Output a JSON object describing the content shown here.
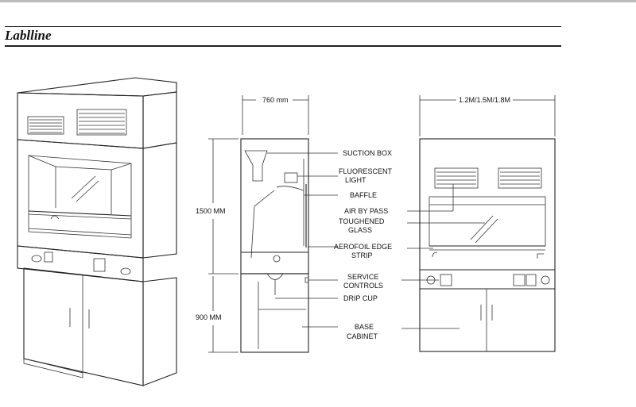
{
  "header": {
    "title": "Lablline"
  },
  "side_view": {
    "width_label": "760 mm",
    "height_upper_label": "1500 MM",
    "height_lower_label": "900 MM"
  },
  "front_view": {
    "width_label": "1.2M/1.5M/1.8M"
  },
  "callouts": {
    "suction_box": "SUCTION BOX",
    "fluorescent_1": "FLUORESCENT",
    "fluorescent_2": "LIGHT",
    "baffle": "BAFFLE",
    "air_by_pass": "AIR BY PASS",
    "toughened_1": "TOUGHENED",
    "toughened_2": "GLASS",
    "aerofoil_1": "AEROFOIL EDGE",
    "aerofoil_2": "STRIP",
    "service_1": "SERVICE",
    "service_2": "CONTROLS",
    "drip_cup": "DRIP CUP",
    "base_1": "BASE",
    "base_2": "CABINET"
  }
}
